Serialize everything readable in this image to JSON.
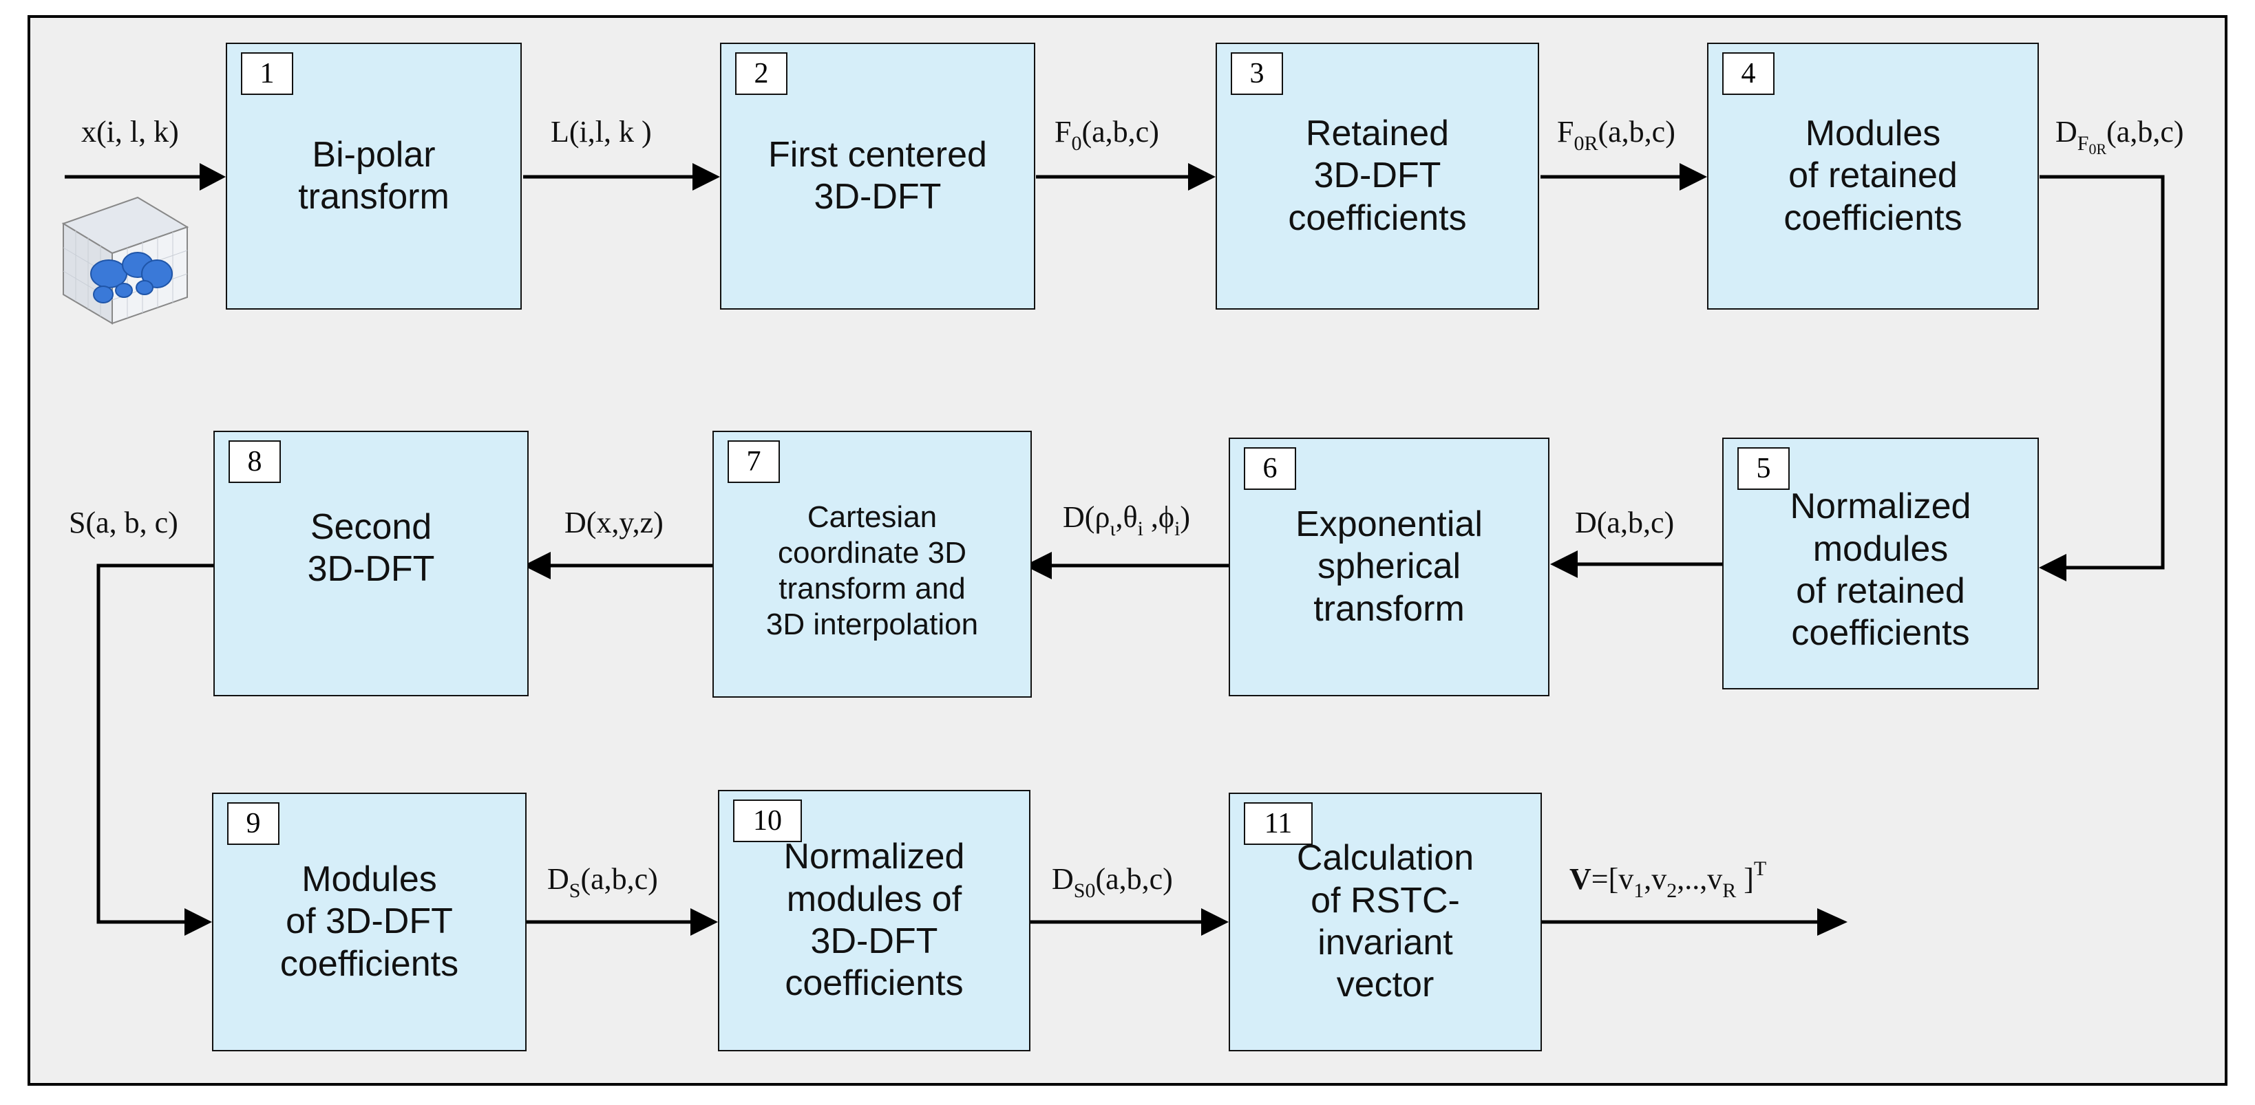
{
  "blocks": [
    {
      "num": "1",
      "label": "Bi-polar\ntransform"
    },
    {
      "num": "2",
      "label": "First centered\n3D-DFT"
    },
    {
      "num": "3",
      "label": "Retained\n3D-DFT\ncoefficients"
    },
    {
      "num": "4",
      "label": "Modules\nof retained\ncoefficients"
    },
    {
      "num": "5",
      "label": "Normalized\nmodules\nof retained\ncoefficients"
    },
    {
      "num": "6",
      "label": "Exponential\nspherical\ntransform"
    },
    {
      "num": "7",
      "label": "Cartesian\ncoordinate 3D\ntransform and\n3D interpolation"
    },
    {
      "num": "8",
      "label": "Second\n3D-DFT"
    },
    {
      "num": "9",
      "label": "Modules\nof 3D-DFT\ncoefficients"
    },
    {
      "num": "10",
      "label": "Normalized\nmodules of\n3D-DFT\ncoefficients"
    },
    {
      "num": "11",
      "label": "Calculation\nof RSTC-\ninvariant\nvector"
    }
  ],
  "signals": {
    "input": "x(i, l, k)",
    "l": "L(i,l, k )",
    "f0": {
      "main": "F",
      "sub": "0",
      "rest": "(a,b,c)"
    },
    "f0r": {
      "main": "F",
      "sub": "0R",
      "rest": "(a,b,c)"
    },
    "df0r": {
      "main": "D",
      "sub": "F",
      "subsub": "0R",
      "rest": "(a,b,c)"
    },
    "dabc": "D(a,b,c)",
    "dsph": {
      "pre": "D(",
      "rho": "ρ",
      "rho_sub": "ι",
      "theta": ",θ",
      "theta_sub": "i",
      "phi": " ,ϕ",
      "phi_sub": "i",
      "post": ")"
    },
    "dxyz": "D(x,y,z)",
    "sabc": "S(a, b, c)",
    "ds": {
      "main": "D",
      "sub": "S",
      "rest": "(a,b,c)"
    },
    "ds0": {
      "main": "D",
      "sub": "S0",
      "rest": "(a,b,c)"
    },
    "v": {
      "bold": "V",
      "eq": "=[v",
      "s1": "1",
      "c1": ",v",
      "s2": "2",
      "c2": ",..,v",
      "sR": "R",
      "close": " ]",
      "sup": "T"
    }
  }
}
